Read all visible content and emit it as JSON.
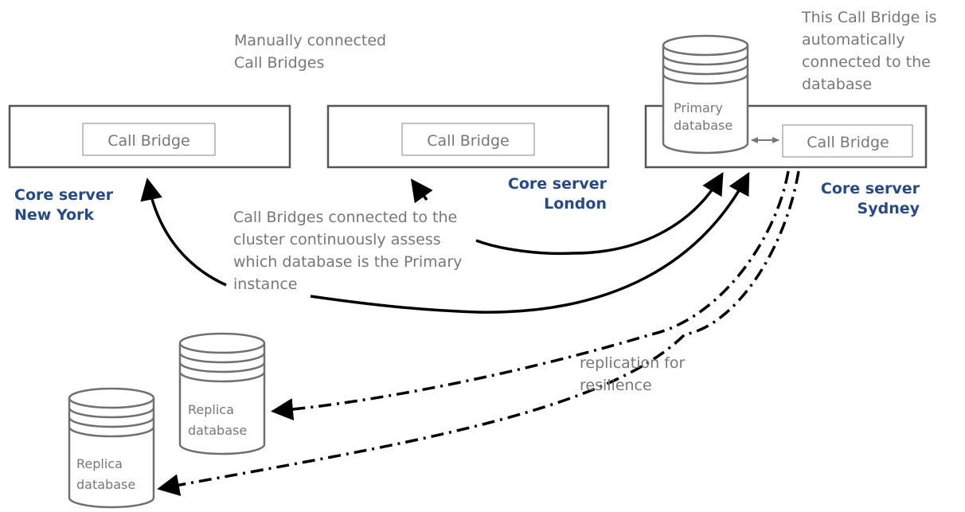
{
  "servers": [
    {
      "call_bridge_label": "Call Bridge",
      "name_line1": "Core server",
      "name_line2": "New York"
    },
    {
      "call_bridge_label": "Call Bridge",
      "name_line1": "Core server",
      "name_line2": "London"
    },
    {
      "call_bridge_label": "Call Bridge",
      "name_line1": "Core server",
      "name_line2": "Sydney"
    }
  ],
  "primary_db": {
    "line1": "Primary",
    "line2": "database"
  },
  "replica_dbs": [
    {
      "line1": "Replica",
      "line2": "database"
    },
    {
      "line1": "Replica",
      "line2": "database"
    }
  ],
  "annotations": {
    "manual": [
      "Manually connected",
      "Call Bridges"
    ],
    "auto": [
      "This Call Bridge is",
      "automatically",
      "connected to the",
      "database"
    ],
    "assess": [
      "Call Bridges connected to the",
      "cluster continuously assess",
      "which database is the Primary",
      "instance"
    ],
    "replication": [
      "replication for",
      "resilience"
    ]
  },
  "colors": {
    "server_label": "#264a85",
    "annotation_text": "#777777",
    "arrows": "#000000"
  }
}
